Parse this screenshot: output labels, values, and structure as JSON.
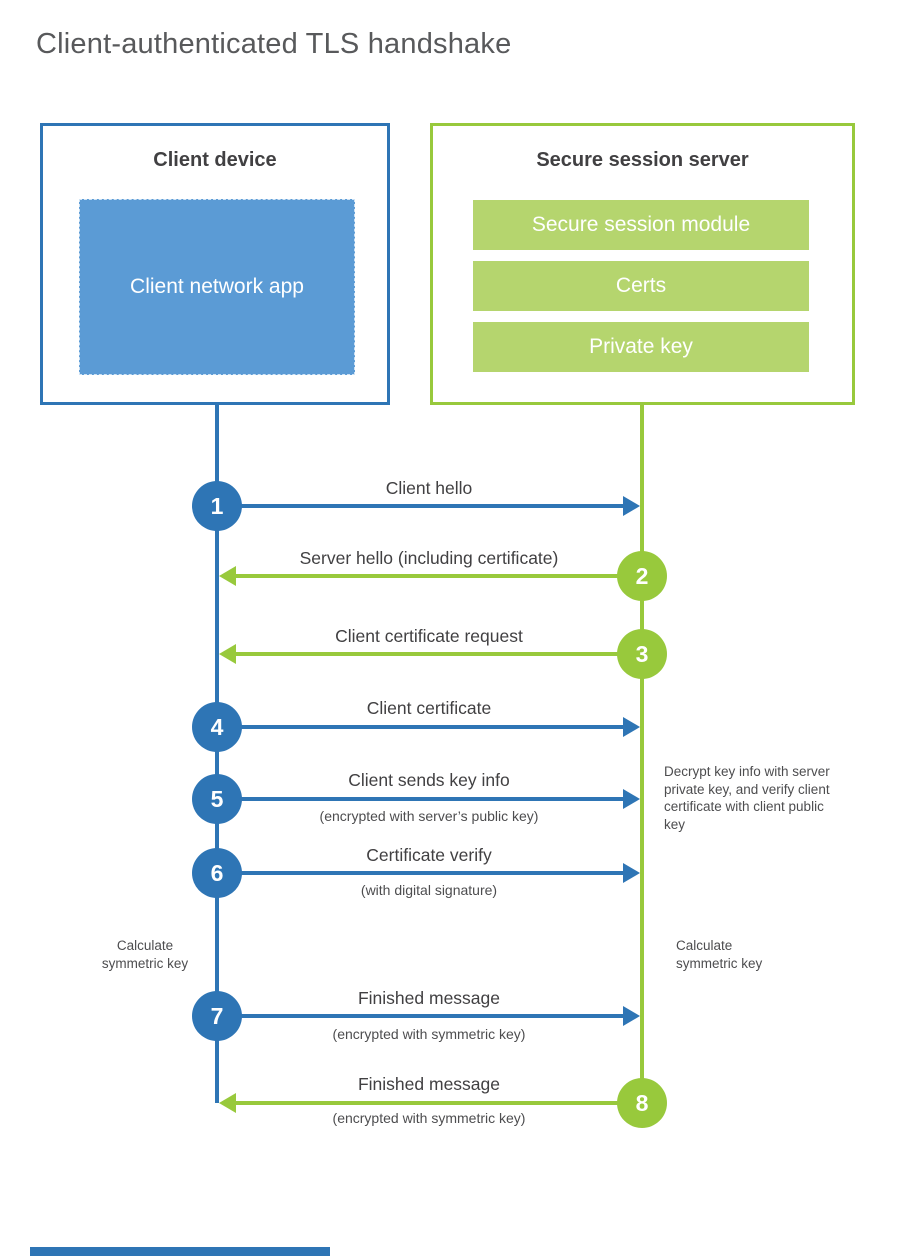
{
  "title": "Client-authenticated TLS handshake",
  "colors": {
    "blue": "#2e75b5",
    "blue_fill": "#5b9bd5",
    "blue_fill_border": "#cfe3f5",
    "green": "#98c93c",
    "green_fill": "#b5d56e",
    "text_dark": "#414042",
    "text_note": "#4d4d4f",
    "title_text": "#58595b",
    "bg": "#ffffff"
  },
  "client_box": {
    "title": "Client device",
    "app_label": "Client network app"
  },
  "server_box": {
    "title": "Secure session server",
    "modules": [
      "Secure session module",
      "Certs",
      "Private key"
    ]
  },
  "messages": [
    {
      "num": "1",
      "label": "Client hello",
      "sub": "",
      "direction": "client-to-server"
    },
    {
      "num": "2",
      "label": "Server hello (including certificate)",
      "sub": "",
      "direction": "server-to-client"
    },
    {
      "num": "3",
      "label": "Client certificate request",
      "sub": "",
      "direction": "server-to-client"
    },
    {
      "num": "4",
      "label": "Client certificate",
      "sub": "",
      "direction": "client-to-server"
    },
    {
      "num": "5",
      "label": "Client sends key info",
      "sub": "(encrypted with server’s public key)",
      "direction": "client-to-server"
    },
    {
      "num": "6",
      "label": "Certificate verify",
      "sub": "(with digital signature)",
      "direction": "client-to-server"
    },
    {
      "num": "7",
      "label": "Finished message",
      "sub": "(encrypted with symmetric key)",
      "direction": "client-to-server"
    },
    {
      "num": "8",
      "label": "Finished message",
      "sub": "(encrypted with symmetric key)",
      "direction": "server-to-client"
    }
  ],
  "notes": {
    "decrypt_note": "Decrypt key info with server private key, and verify client certificate with client public key",
    "calc_left": "Calculate symmetric key",
    "calc_right": "Calculate symmetric key"
  }
}
